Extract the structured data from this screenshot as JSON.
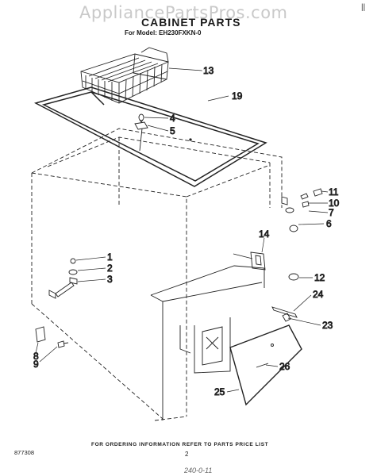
{
  "watermark": "AppliancePartsPros.com",
  "corner_mark": "||",
  "title": "CABINET PARTS",
  "model_line": "For Model: EH230FXKN-0",
  "footer_note": "FOR ORDERING INFORMATION REFER TO PARTS PRICE LIST",
  "doc_number": "877308",
  "page_number": "2",
  "handwritten_note": "240-0-11",
  "callouts": [
    "13",
    "19",
    "4",
    "5",
    "11",
    "10",
    "7",
    "6",
    "14",
    "1",
    "2",
    "3",
    "12",
    "24",
    "23",
    "8",
    "9",
    "26",
    "25"
  ]
}
